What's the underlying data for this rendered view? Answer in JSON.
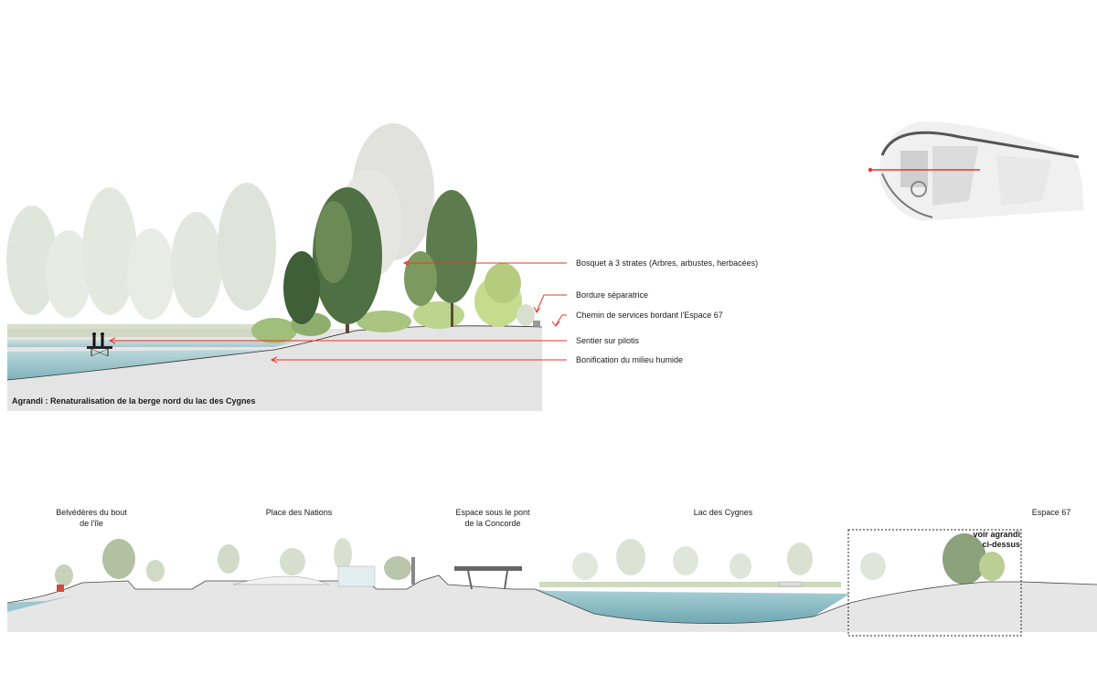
{
  "upper_section": {
    "caption": "Agrandi : Renaturalisation de la berge nord du lac des Cygnes",
    "callouts": [
      "Bosquet à 3 strates (Arbres, arbustes, herbacées)",
      "Bordure séparatrice",
      "Chemin de services bordant l'Espace 67",
      "Sentier sur pilotis",
      "Bonification du milieu humide"
    ]
  },
  "lower_section": {
    "places": [
      "Belvédères du bout\nde l'île",
      "Place des Nations",
      "Espace sous le pont\nde la Concorde",
      "Lac des Cygnes",
      "Espace 67"
    ],
    "zoom_note": "voir agrandi\nci-dessus"
  },
  "colors": {
    "callout_red": "#e8352b",
    "water": "#9cc6ce",
    "ground": "#e6e6e6",
    "tree_dark": "#4f7043",
    "tree_light": "#b5cc7e"
  }
}
